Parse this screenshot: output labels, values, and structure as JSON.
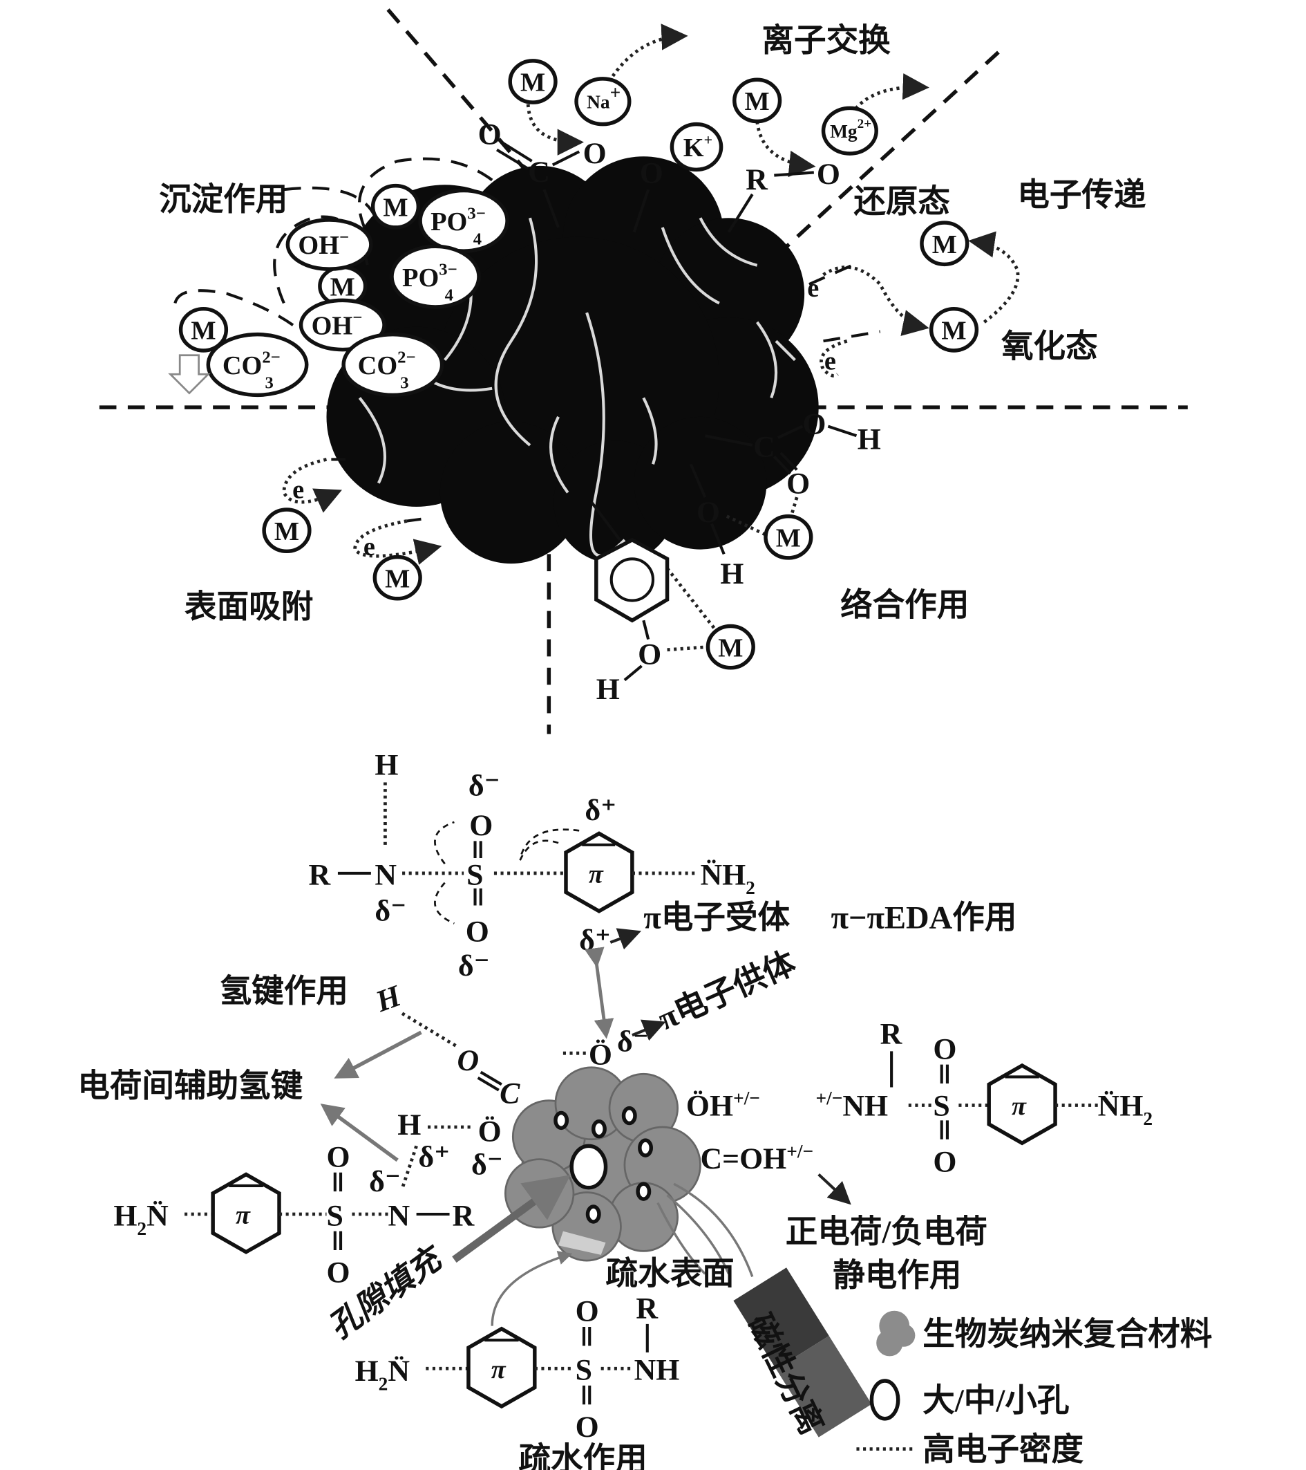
{
  "top": {
    "labels": {
      "ion_exchange": "离子交换",
      "electron_transfer": "电子传递",
      "precipitation": "沉淀作用",
      "reduced_state": "还原态",
      "oxidized_state": "氧化态",
      "surface_adsorption": "表面吸附",
      "complexation": "络合作用"
    },
    "metal": "M",
    "electron": "e",
    "atoms": {
      "O": "O",
      "C": "C",
      "R": "R",
      "H": "H"
    },
    "ions": {
      "na": "Na",
      "na_charge": "+",
      "mg": "Mg",
      "mg_charge": "2+",
      "k": "K",
      "k_charge": "+",
      "oh": "OH",
      "oh_charge": "−",
      "po4": "PO",
      "po4_sub": "4",
      "po4_charge": "3−",
      "co3": "CO",
      "co3_sub": "3",
      "co3_charge": "2−"
    }
  },
  "bottom": {
    "labels": {
      "pi_acceptor": "π电子受体",
      "pi_pi_eda": "π−πEDA作用",
      "pi_donor": "π电子供体",
      "hydrogen_bond": "氢键作用",
      "charge_assisted_hbond": "电荷间辅助氢键",
      "pos_neg_charge": "正电荷/负电荷",
      "electrostatic": "静电作用",
      "hydrophobic_surface": "疏水表面",
      "pore_filling": "孔隙填充",
      "hydrophobic_interaction": "疏水作用",
      "magnetic_separation": "磁性分离"
    },
    "atoms": {
      "H": "H",
      "O": "O",
      "S": "S",
      "N": "N",
      "R": "R",
      "C": "C",
      "O_lone": "Ö",
      "N_lone": "N̈",
      "NH": "NH",
      "NH2": "N̈H",
      "sub2": "2",
      "delta_minus": "δ⁻",
      "delta_plus": "δ⁺",
      "delta": "δ",
      "minus": "−",
      "OH_lone": "ÖH",
      "pm": "+/−",
      "COH": "C=OH",
      "H2N_H": "H",
      "pi": "π"
    },
    "legend": {
      "biochar": "生物炭纳米复合材料",
      "pores": "大/中/小孔",
      "high_electron_density": "高电子密度"
    }
  }
}
